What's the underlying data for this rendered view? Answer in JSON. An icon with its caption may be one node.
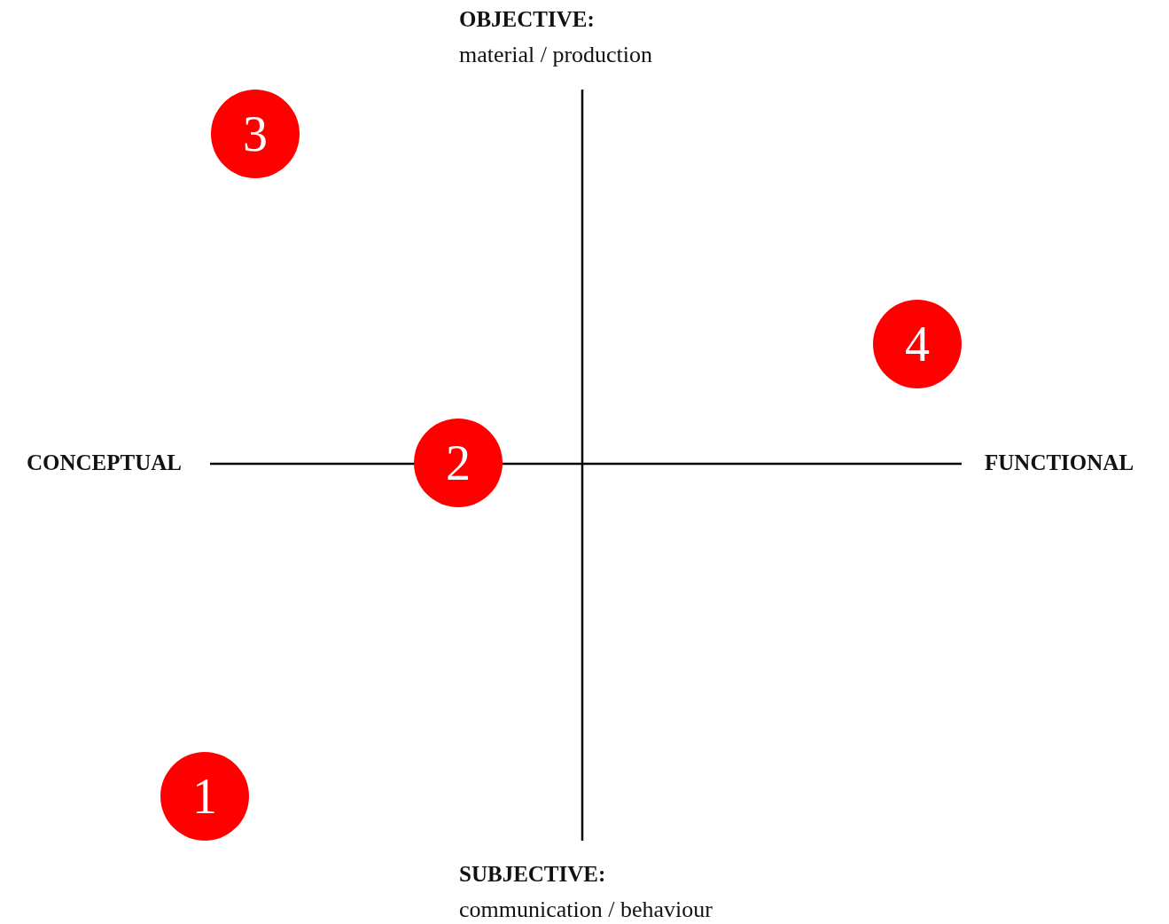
{
  "diagram": {
    "nodes": [
      {
        "text": [
          "3"
        ]
      },
      {
        "text": [
          "4"
        ]
      },
      {
        "text": [
          "2"
        ]
      },
      {
        "text": [
          "1"
        ]
      }
    ],
    "labels": [
      "OBJECTIVE:",
      "material / production",
      "CONCEPTUAL",
      "FUNCTIONAL",
      "SUBJECTIVE:",
      "communication / behaviour"
    ]
  }
}
